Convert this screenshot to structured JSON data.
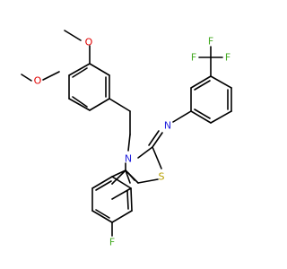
{
  "colors": {
    "bond": "#000000",
    "oxygen": "#e00000",
    "nitrogen": "#2222dd",
    "sulfur": "#b8a000",
    "fluorine": "#44aa22",
    "background": "#ffffff"
  },
  "labels": {
    "o_upper": "O",
    "o_lower": "O",
    "n_imine": "N",
    "n_ring": "N",
    "s_ring": "S",
    "f_cf3_top": "F",
    "f_cf3_left": "F",
    "f_cf3_right": "F",
    "f_para": "F"
  }
}
